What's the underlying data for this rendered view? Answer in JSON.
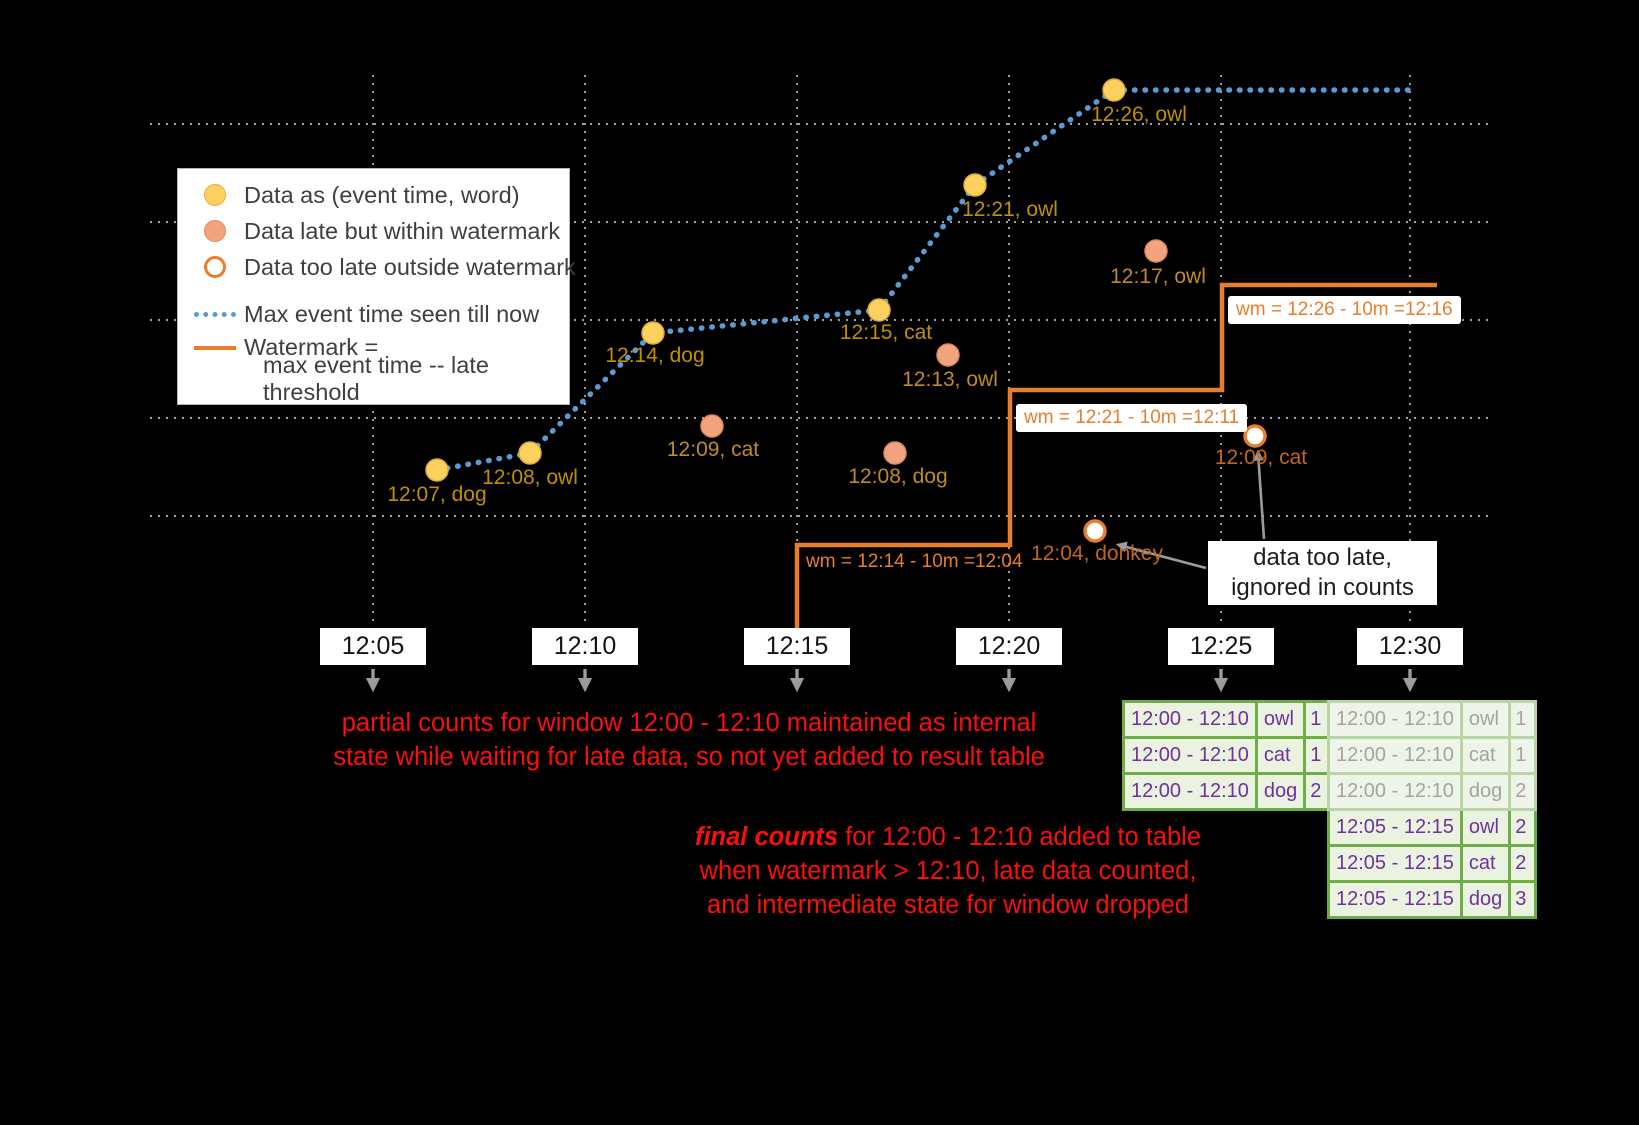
{
  "legend": {
    "item_on_time": "Data as (event time, word)",
    "item_late": "Data late but within watermark",
    "item_too_late": "Data too late outside watermark",
    "item_max_event": "Max event time seen till now",
    "item_watermark_1": "Watermark =",
    "item_watermark_2": "max event time -- late threshold"
  },
  "points": {
    "on_time": [
      {
        "label": "12:07, dog"
      },
      {
        "label": "12:08, owl"
      },
      {
        "label": "12:14, dog"
      },
      {
        "label": "12:15, cat"
      },
      {
        "label": "12:21, owl"
      },
      {
        "label": "12:26, owl"
      }
    ],
    "late": [
      {
        "label": "12:09, cat"
      },
      {
        "label": "12:08, dog"
      },
      {
        "label": "12:13, owl"
      },
      {
        "label": "12:17, owl"
      }
    ],
    "too_late": [
      {
        "label": "12:04, donkey"
      },
      {
        "label": "12:09, cat"
      }
    ]
  },
  "watermarks": [
    {
      "label": "wm = 12:14 - 10m =12:04"
    },
    {
      "label": "wm = 12:21 - 10m =12:11"
    },
    {
      "label": "wm = 12:26 - 10m =12:16"
    }
  ],
  "axis": {
    "ticks": [
      "12:05",
      "12:10",
      "12:15",
      "12:20",
      "12:25",
      "12:30"
    ]
  },
  "annotations": {
    "too_late_note_line1": "data too late,",
    "too_late_note_line2": "ignored in counts",
    "partial_line1": "partial counts for window 12:00 - 12:10 maintained as internal",
    "partial_line2": "state while waiting for late data, so not yet added  to result table",
    "final_emph": "final counts",
    "final_rest": " for 12:00 - 12:10 added to table",
    "final_line2": "when watermark > 12:10, late data counted,",
    "final_line3": "and intermediate state for window dropped"
  },
  "tables": {
    "t25": {
      "rows": [
        {
          "window": "12:00 - 12:10",
          "word": "owl",
          "count": "1"
        },
        {
          "window": "12:00 - 12:10",
          "word": "cat",
          "count": "1"
        },
        {
          "window": "12:00 - 12:10",
          "word": "dog",
          "count": "2"
        }
      ]
    },
    "t30": {
      "rows": [
        {
          "window": "12:00 - 12:10",
          "word": "owl",
          "count": "1"
        },
        {
          "window": "12:00 - 12:10",
          "word": "cat",
          "count": "1"
        },
        {
          "window": "12:00 - 12:10",
          "word": "dog",
          "count": "2"
        },
        {
          "window": "12:05 - 12:15",
          "word": "owl",
          "count": "2"
        },
        {
          "window": "12:05 - 12:15",
          "word": "cat",
          "count": "2"
        },
        {
          "window": "12:05 - 12:15",
          "word": "dog",
          "count": "3"
        }
      ]
    }
  },
  "colors": {
    "on-time": "#fcd15f",
    "late": "#f2a47f",
    "max-line": "#5b9bd5",
    "watermark": "#e87d2b",
    "label-ontime": "#bf9000",
    "label-late": "#bf8a2a",
    "label-toolate": "#c2661f",
    "red": "#fb0e0e",
    "table-green": "#70ad47",
    "table-bg": "#eaf3e0",
    "purple": "#7030a0"
  }
}
